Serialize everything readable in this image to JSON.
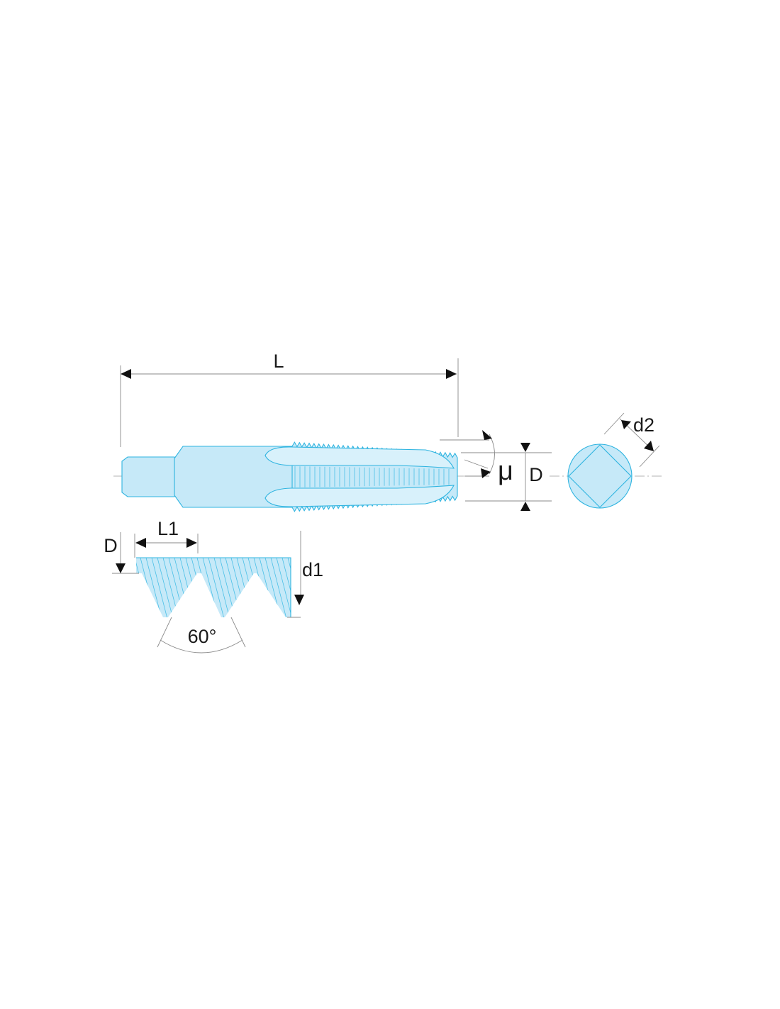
{
  "diagram": {
    "labels": {
      "length": "L",
      "thread_angle_symbol": "μ",
      "diameter_side": "D",
      "square_width": "d2",
      "profile_depth": "D",
      "pitch": "L1",
      "minor_diameter": "d1",
      "thread_angle": "60°"
    },
    "colors": {
      "tool_fill": "#c6e9f8",
      "tool_outline": "#2fb4e0",
      "hatch": "#4cc0e6",
      "dimension_line": "#8a8a8a",
      "arrowhead": "#111111",
      "text": "#1a1a1a"
    }
  }
}
